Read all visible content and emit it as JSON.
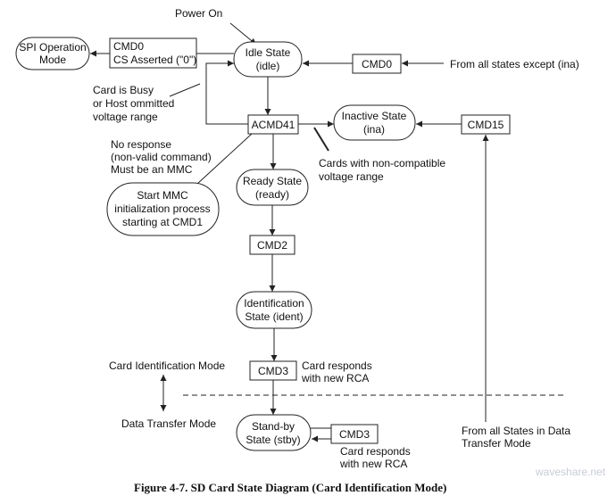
{
  "diagram": {
    "power_on": "Power On",
    "spi_mode": [
      "SPI Operation",
      "Mode"
    ],
    "cmd0_cs": [
      "CMD0",
      "CS Asserted (\"0\")"
    ],
    "idle_state": [
      "Idle State",
      "(idle)"
    ],
    "cmd0": "CMD0",
    "from_all_except": "From all states except (ina)",
    "card_busy": [
      "Card is Busy",
      "or Host ommitted",
      "voltage range"
    ],
    "acmd41": "ACMD41",
    "inactive_state": [
      "Inactive State",
      "(ina)"
    ],
    "cmd15": "CMD15",
    "no_response": [
      "No response",
      "(non-valid command)",
      "Must be an MMC"
    ],
    "non_compatible": [
      "Cards with non-compatible",
      "voltage range"
    ],
    "start_mmc": [
      "Start MMC",
      "initialization process",
      "starting at CMD1"
    ],
    "ready_state": [
      "Ready State",
      "(ready)"
    ],
    "cmd2": "CMD2",
    "ident_state": [
      "Identification",
      "State (ident)"
    ],
    "card_id_mode": "Card Identification Mode",
    "cmd3_top": "CMD3",
    "card_responds_1": [
      "Card responds",
      "with new RCA"
    ],
    "data_transfer_mode": "Data Transfer Mode",
    "standby_state": [
      "Stand-by",
      "State (stby)"
    ],
    "cmd3_bottom": "CMD3",
    "card_responds_2": [
      "Card responds",
      "with new RCA"
    ],
    "from_all_data": [
      "From all States in Data",
      "Transfer Mode"
    ],
    "caption": "Figure 4-7.  SD Card State Diagram (Card Identification Mode)",
    "watermark": "waveshare.net"
  }
}
